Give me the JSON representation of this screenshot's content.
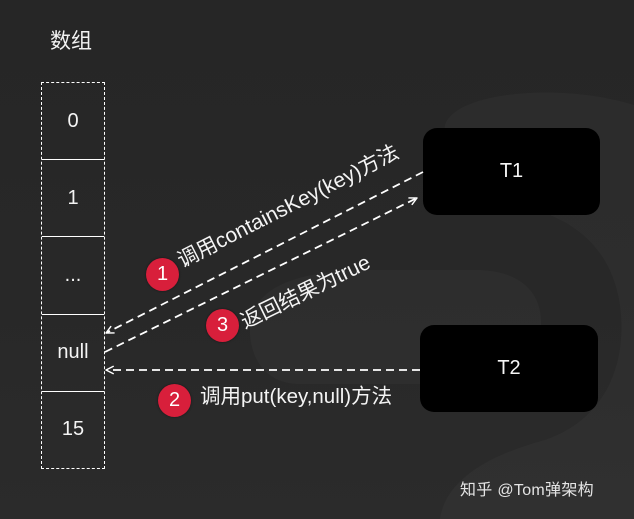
{
  "title": "数组",
  "array": {
    "cells": [
      "0",
      "1",
      "...",
      "null",
      "15"
    ]
  },
  "threads": [
    {
      "label": "T1"
    },
    {
      "label": "T2"
    }
  ],
  "steps": [
    {
      "number": "1",
      "label": "调用containsKey(key)方法",
      "direction": "T1 → array[null]"
    },
    {
      "number": "2",
      "label": "调用put(key,null)方法",
      "direction": "T2 → array[null]"
    },
    {
      "number": "3",
      "label": "返回结果为true",
      "direction": "array[null] → T1"
    }
  ],
  "watermark": "知乎 @Tom弹架构",
  "colors": {
    "background": "#272727",
    "thread_box": "#000000",
    "badge": "#d81f3b",
    "line": "#ffffff",
    "text": "#f4f4f4"
  }
}
